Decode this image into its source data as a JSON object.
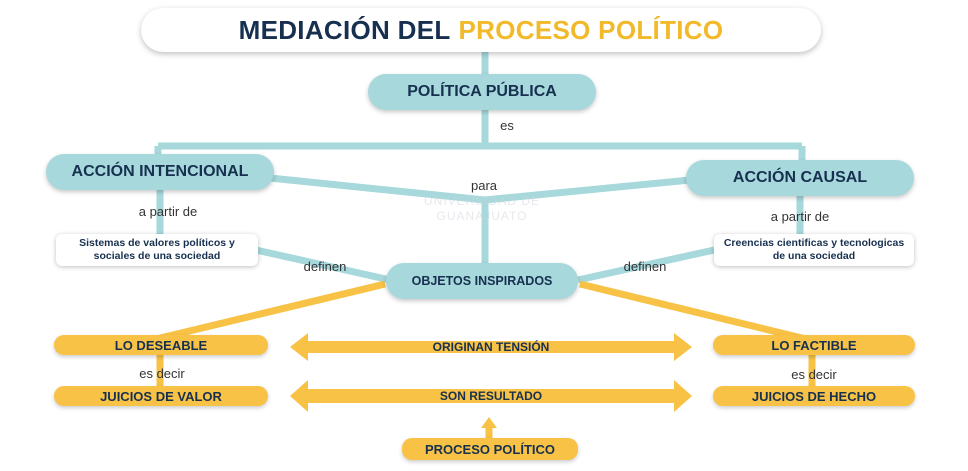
{
  "title": {
    "part1": "MEDIACIÓN DEL",
    "part2": "PROCESO POLÍTICO"
  },
  "nodes": {
    "politica_publica": "POLÍTICA PÚBLICA",
    "accion_intencional": "ACCIÓN INTENCIONAL",
    "accion_causal": "ACCIÓN CAUSAL",
    "sistemas_valores": "Sistemas de valores políticos y sociales de una sociedad",
    "creencias": "Creencias cientificas y tecnologicas de una sociedad",
    "objetos_inspirados": "OBJETOS INSPIRADOS",
    "lo_deseable": "LO DESEABLE",
    "juicios_valor": "JUICIOS DE VALOR",
    "lo_factible": "LO FACTIBLE",
    "juicios_hecho": "JUICIOS DE HECHO",
    "proceso_politico": "PROCESO POLÍTICO"
  },
  "arrows": {
    "originan": "ORIGINAN TENSIÓN",
    "son_resultado": "SON RESULTADO"
  },
  "labels": {
    "es": "es",
    "para": "para",
    "a_partir_de_left": "a partir de",
    "a_partir_de_right": "a partir de",
    "definen_left": "definen",
    "definen_right": "definen",
    "es_decir_left": "es decir",
    "es_decir_right": "es decir"
  },
  "watermark": {
    "line1": "UNIVERSIDAD DE",
    "line2": "GUANAJUATO"
  },
  "colors": {
    "navy": "#17304f",
    "gold": "#f7c245",
    "teal": "#a6d8dc",
    "accent": "#f2b92a"
  }
}
